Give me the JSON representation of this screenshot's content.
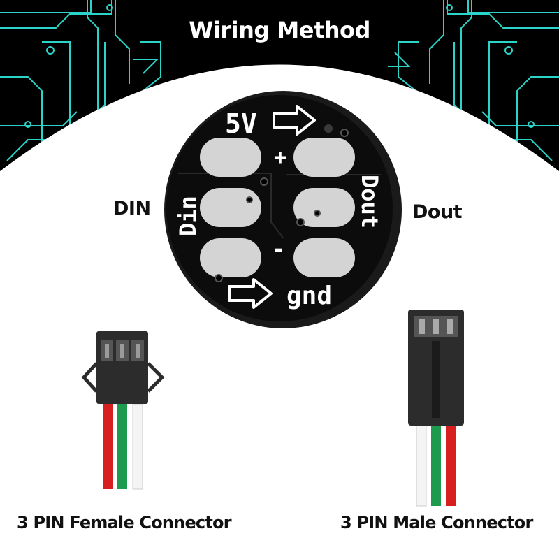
{
  "title": "Wiring Method",
  "labels": {
    "din": "DIN",
    "dout": "Dout"
  },
  "board": {
    "silkscreen_5v": "5V",
    "silkscreen_din": "Din",
    "silkscreen_dout": "Dout",
    "silkscreen_gnd": "gnd",
    "silkscreen_plus": "+",
    "silkscreen_minus": "-"
  },
  "connectors": {
    "female_label": "3 PIN Female Connector",
    "male_label": "3 PIN Male Connector",
    "female_wire_colors": [
      "#d81f1f",
      "#1e9a4f",
      "#f4f4f4"
    ],
    "male_wire_colors": [
      "#f4f4f4",
      "#1e9a4f",
      "#d81f1f"
    ]
  },
  "colors": {
    "header_bg": "#000000",
    "circuit_trace": "#2ad4c8",
    "pcb": "#0c0c0c",
    "pad": "#d4d4d4"
  }
}
